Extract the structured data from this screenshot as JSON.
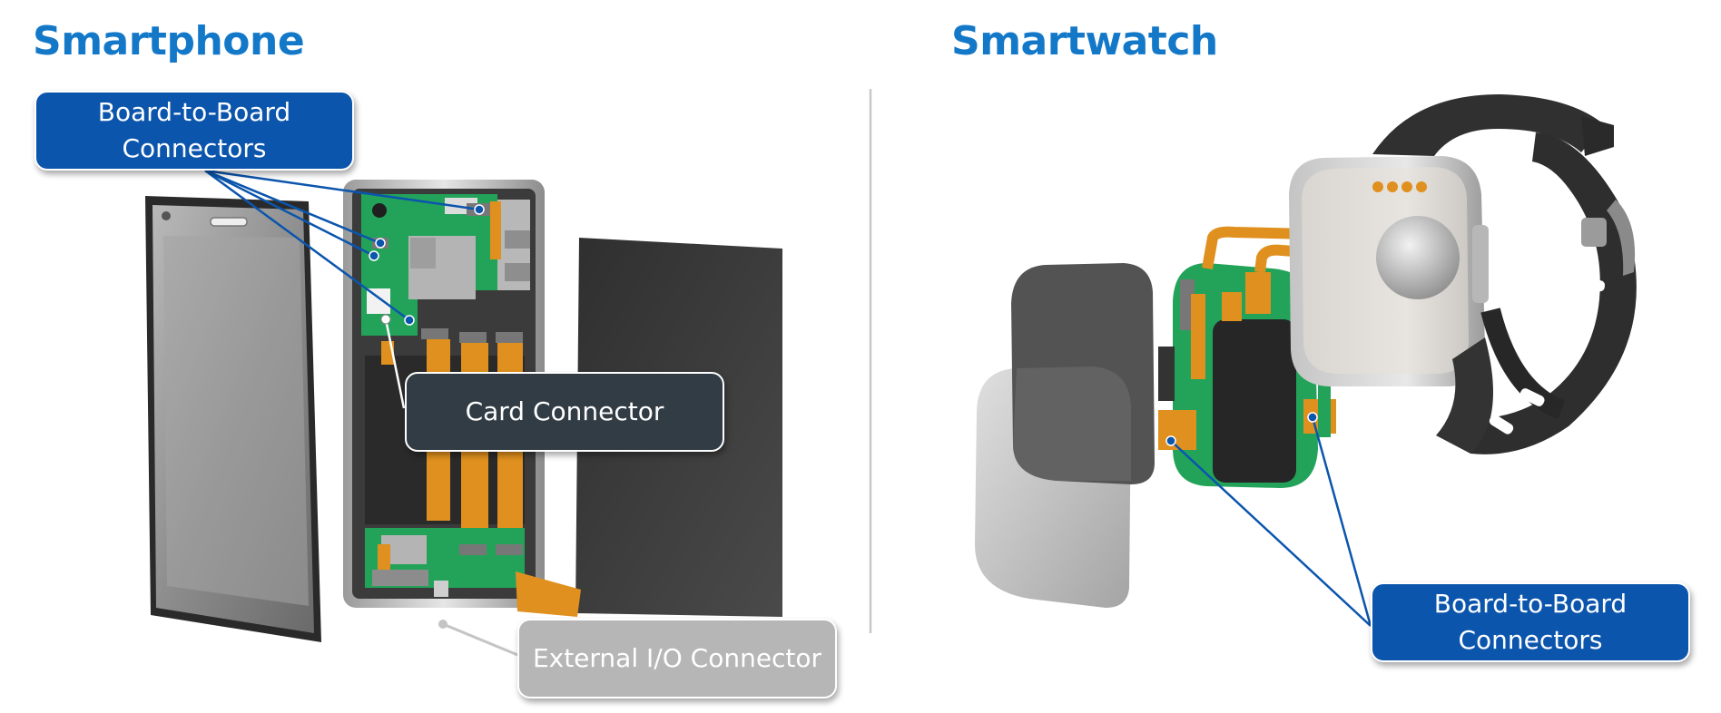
{
  "headings": {
    "left": "Smartphone",
    "right": "Smartwatch"
  },
  "callouts": {
    "phone_b2b": {
      "line1": "Board-to-Board",
      "line2": "Connectors"
    },
    "card": "Card Connector",
    "external_io": "External I/O Connector",
    "watch_b2b": {
      "line1": "Board-to-Board",
      "line2": "Connectors"
    }
  },
  "colors": {
    "heading": "#1478c8",
    "callout_blue": "#0b55ad",
    "callout_dark": "#323c45",
    "callout_light": "#b6b6b6",
    "pcb_green": "#23a35a",
    "flex_orange": "#e0901e",
    "leader_line": "#0b55ad"
  }
}
